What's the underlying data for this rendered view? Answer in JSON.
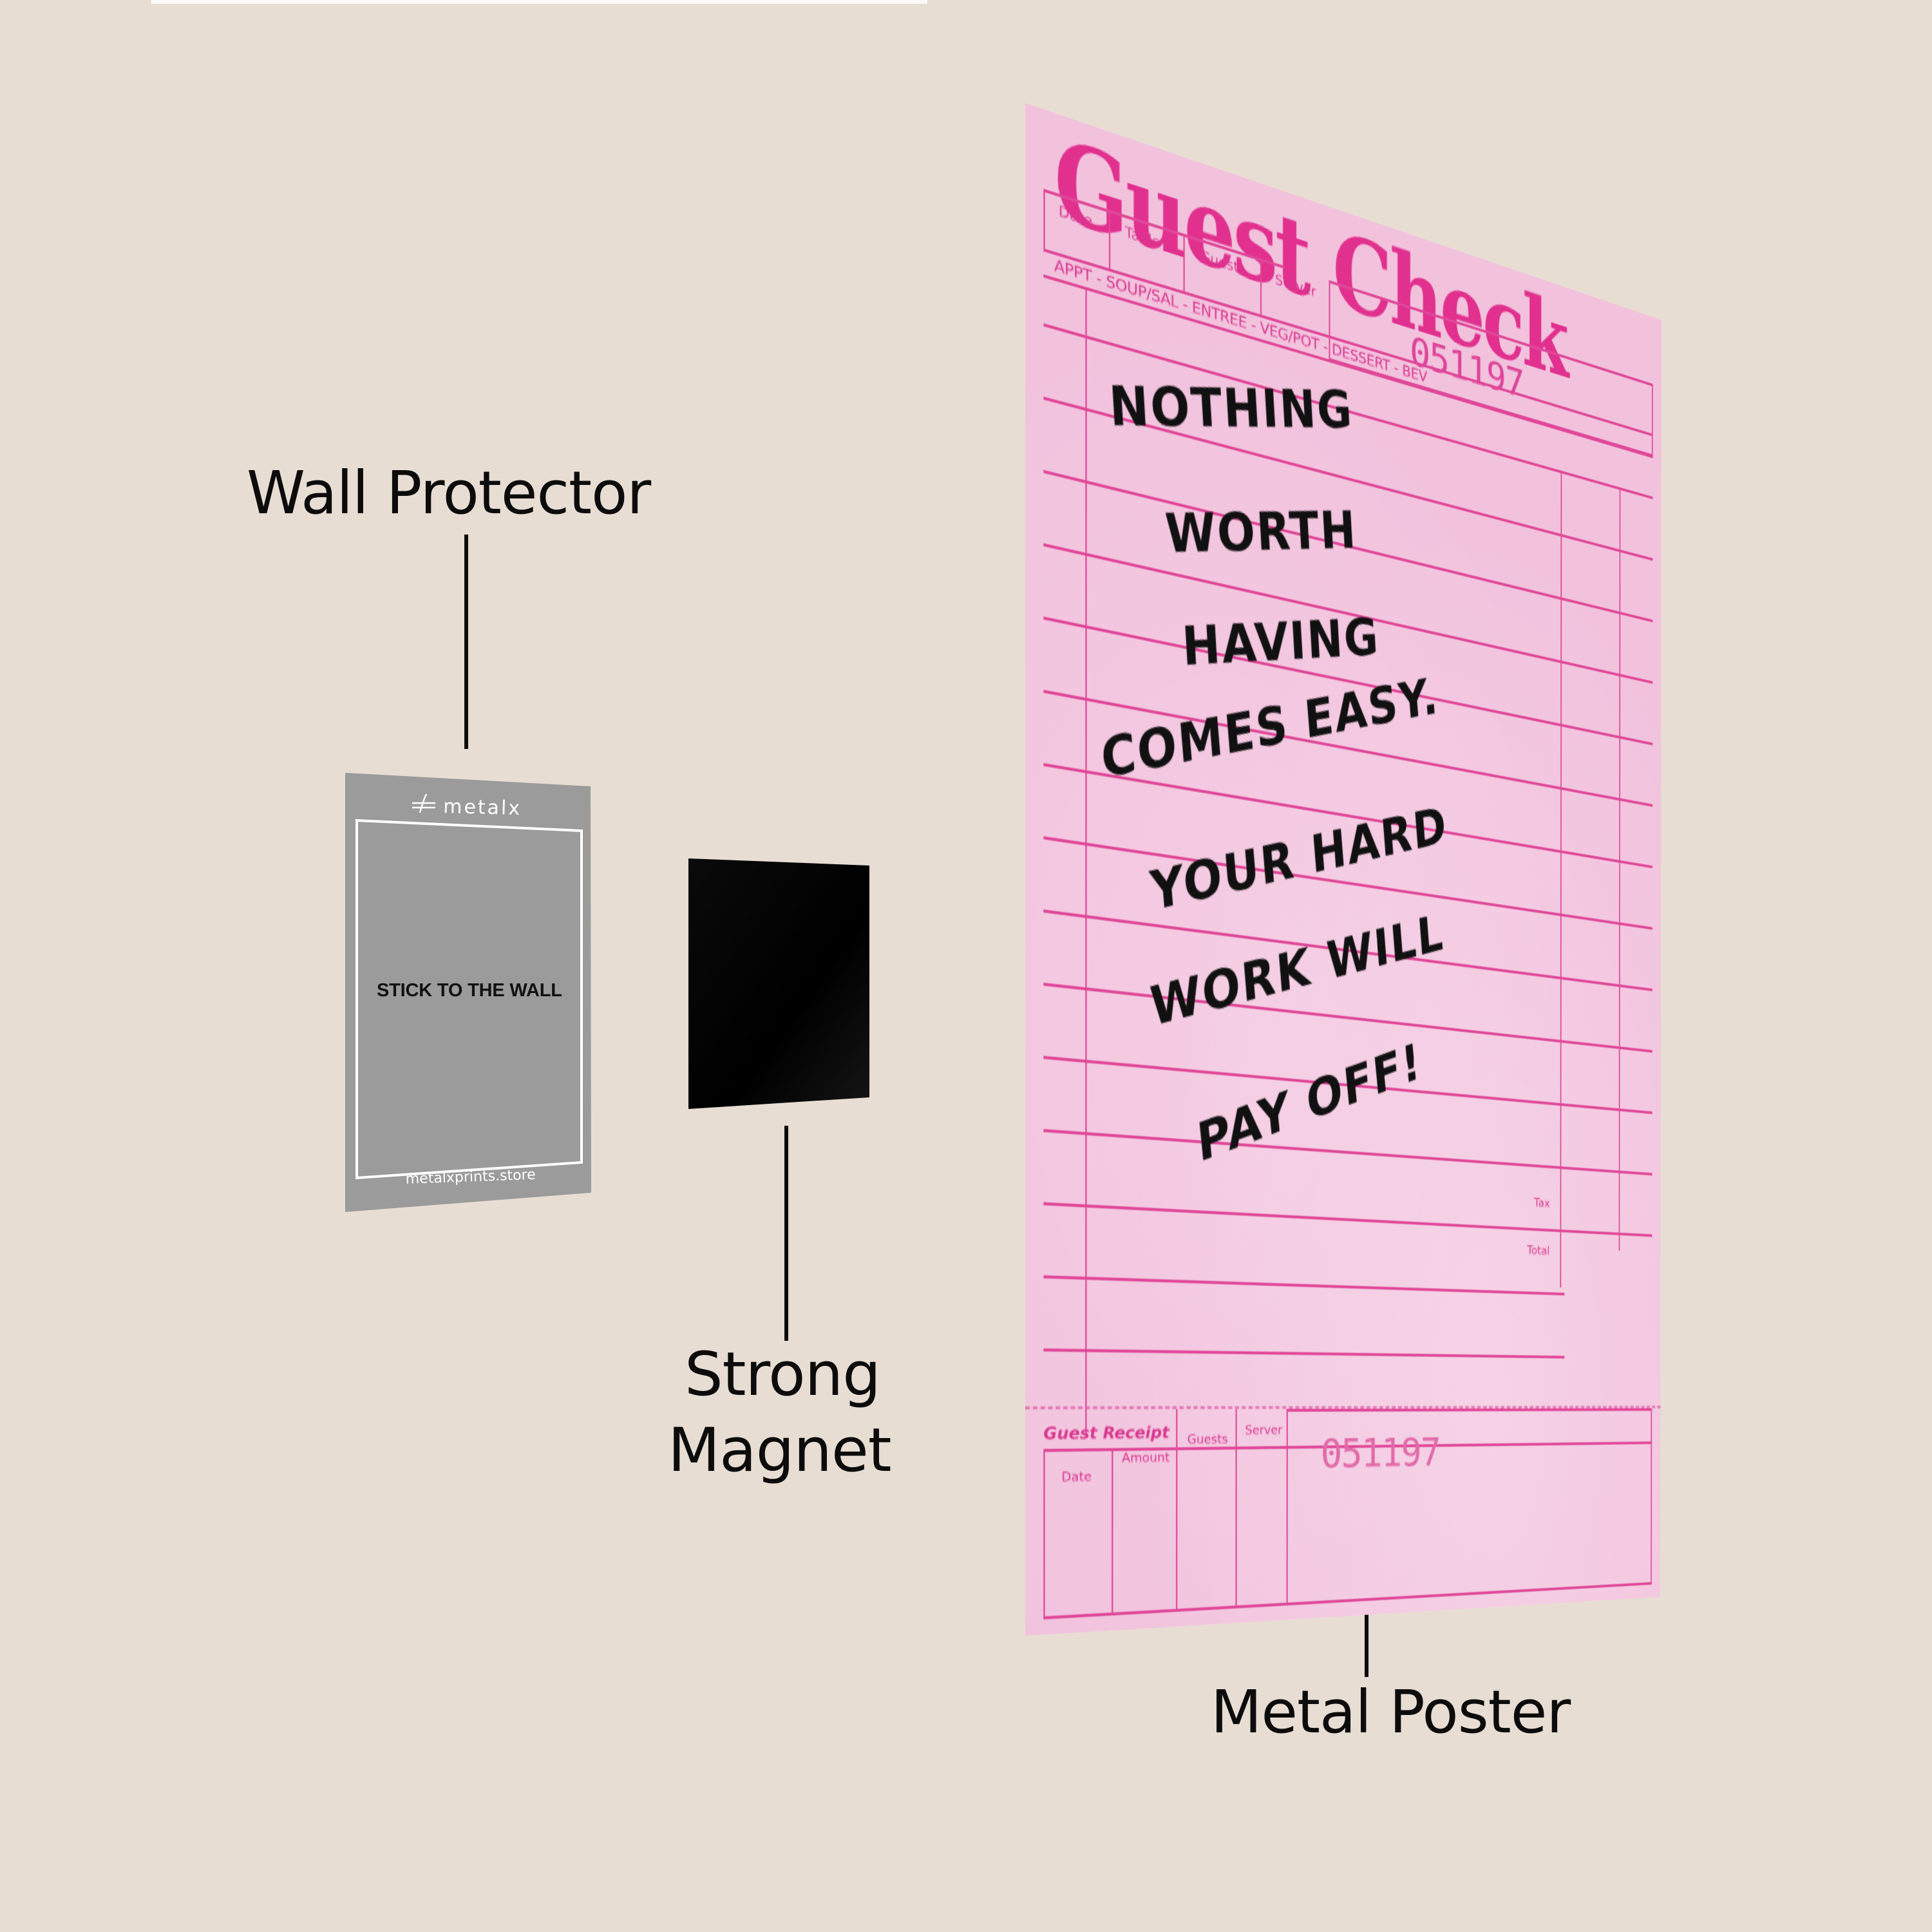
{
  "colors": {
    "background": "#e8ddd3",
    "poster_pink": "#f2c2dd",
    "poster_ink": "#e0338f",
    "protector_gray": "#9b9b9b",
    "magnet_black": "#050505",
    "label_text": "#0c0c0c"
  },
  "labels": {
    "wall_protector": "Wall Protector",
    "strong_magnet_line1": "Strong",
    "strong_magnet_line2": "Magnet",
    "metal_poster": "Metal Poster"
  },
  "wall_protector": {
    "brand_icon": "metalx-logo-icon",
    "brand_name": "metalx",
    "instruction": "STICK TO THE WALL",
    "website": "metalxprints.store"
  },
  "magnet": {
    "description": "black rectangle"
  },
  "poster": {
    "title": "Guest Check",
    "header_cells": [
      "Date",
      "Table",
      "Guests",
      "Server"
    ],
    "check_number": "051197",
    "menu_line": "APPT - SOUP/SAL - ENTREE - VEG/POT - DESSERT - BEV",
    "handwritten_lines": [
      "NOTHING",
      "WORTH",
      "HAVING",
      "COMES EASY.",
      "YOUR HARD",
      "WORK WILL",
      "PAY OFF!"
    ],
    "tax_label": "Tax",
    "total_label": "Total",
    "receipt": {
      "title": "Guest Receipt",
      "cells": [
        "Date",
        "Amount",
        "Guests",
        "Server"
      ],
      "check_number": "051197"
    }
  }
}
